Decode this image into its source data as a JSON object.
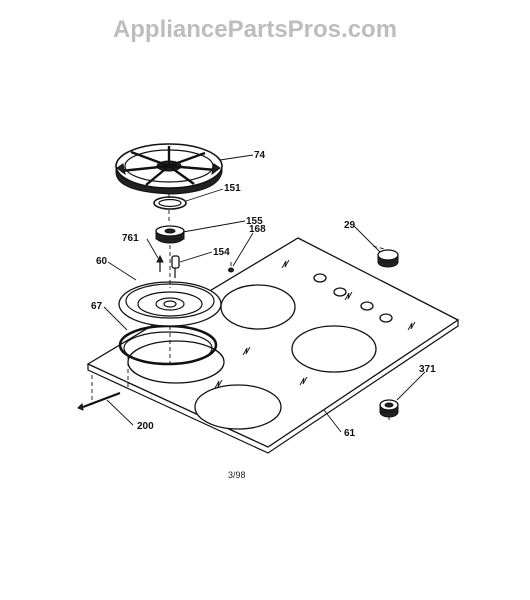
{
  "watermark": "AppliancePartsPros.com",
  "date_code": "3/98",
  "callouts": {
    "grate": "74",
    "burner_cap": "151",
    "burner_head": "155",
    "spark_electrode": "761",
    "orifice": "154",
    "screw": "168",
    "burner_bowl": "60",
    "gasket": "67",
    "knob": "29",
    "knob_lower": "371",
    "wire": "200",
    "cooktop_glass": "61"
  }
}
